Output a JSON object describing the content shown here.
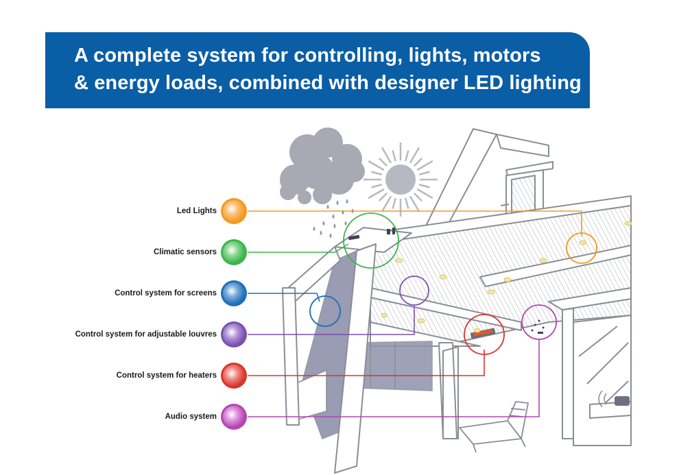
{
  "banner": {
    "line1": "A complete system for controlling, lights, motors",
    "line2": "& energy loads, combined with designer LED lighting"
  },
  "legend": [
    {
      "label": "Led Lights",
      "color": "#f39a1e"
    },
    {
      "label": "Climatic sensors",
      "color": "#3cb44b"
    },
    {
      "label": "Control system for  screens",
      "color": "#1f6fb8"
    },
    {
      "label": "Control system for adjustable louvres",
      "color": "#7a4fb0"
    },
    {
      "label": "Control system for heaters",
      "color": "#d9342b"
    },
    {
      "label": "Audio system",
      "color": "#b444b4"
    }
  ],
  "colors": {
    "banner": "#0a5ea6",
    "outline": "#8a8d94",
    "screen": "#8f92ab",
    "cloud": "#a8a9b3",
    "sun": "#b7b8c2"
  }
}
